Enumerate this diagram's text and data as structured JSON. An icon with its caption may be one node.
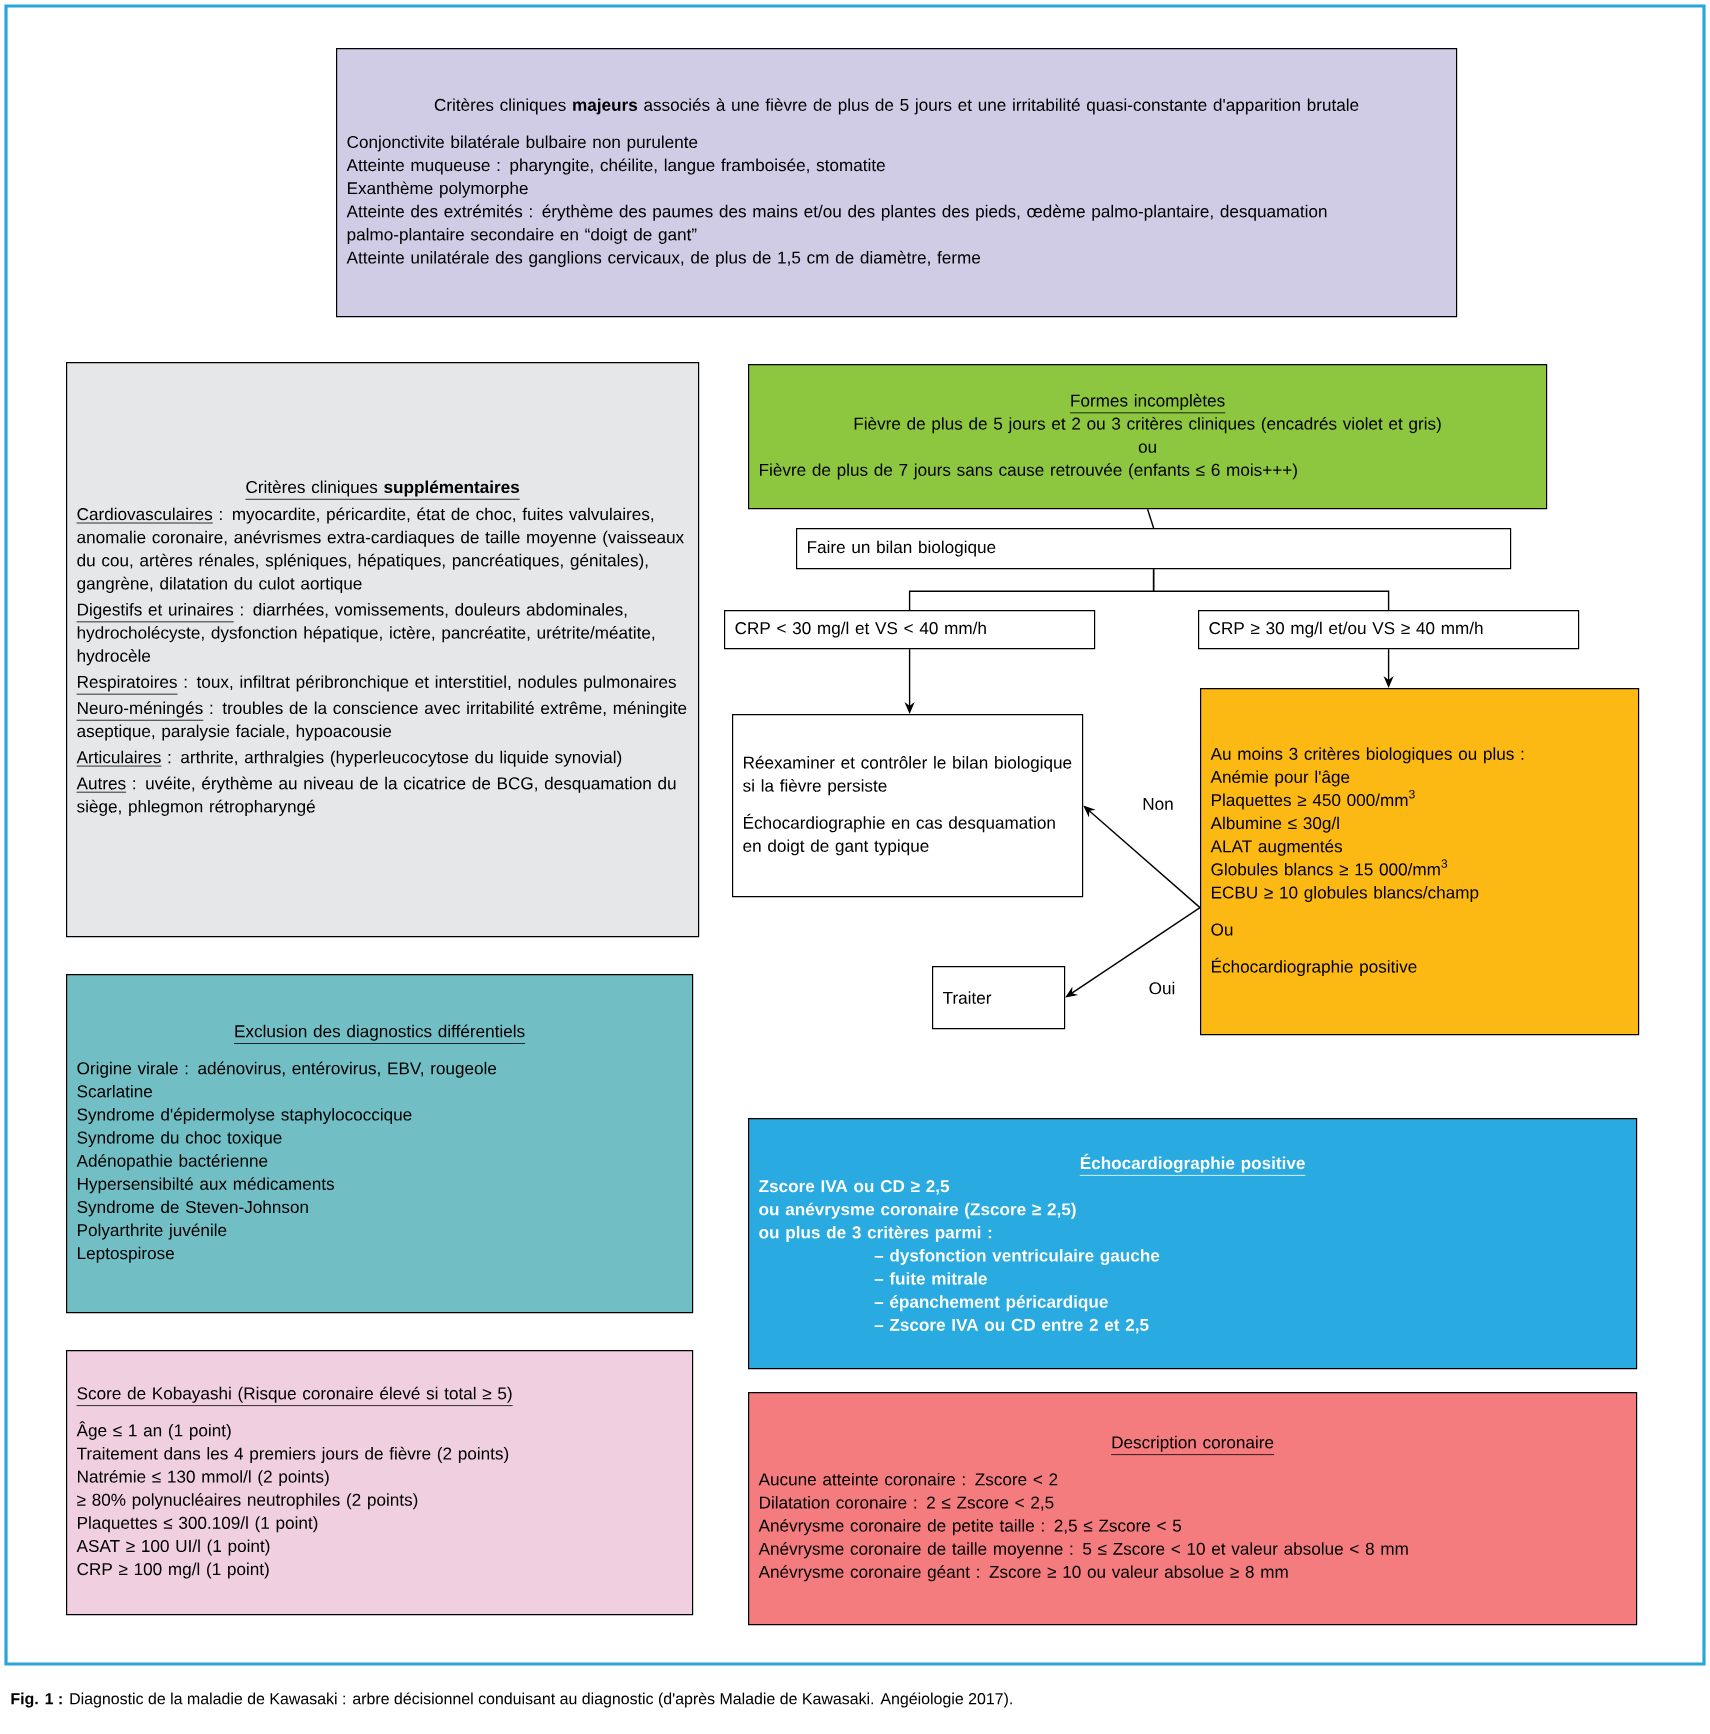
{
  "diagram": {
    "caption": "**Fig. 1 :** Diagnostic de la maladie de Kawasaki : arbre décisionnel conduisant au diagnostic (d'après Maladie de Kawasaki. Angéiologie 2017).",
    "nodes": [
      {
        "text": [
          "Critères cliniques **majeurs** associés à une fièvre de plus de 5 jours et une irritabilité quasi-constante d'apparition brutale",
          "Conjonctivite bilatérale bulbaire non purulente",
          "Atteinte muqueuse : pharyngite, chéilite, langue framboisée, stomatite",
          "Exanthème polymorphe",
          "Atteinte des extrémités : érythème des paumes des mains et/ou des plantes des pieds, œdème palmo-plantaire, desquamation palmo-plantaire secondaire en “doigt de gant”",
          "Atteinte unilatérale des ganglions cervicaux, de plus de 1,5 cm de diamètre, ferme"
        ]
      },
      {
        "text": [
          "Critères cliniques **supplémentaires**",
          "Cardiovasculaires",
          ": myocardite, péricardite, état de choc, fuites valvulaires, anomalie coronaire, anévrismes extra-cardiaques de taille moyenne (vaisseaux du cou, artères rénales, spléniques, hépatiques, pancréatiques, génitales), gangrène, dilatation du culot aortique",
          "Digestifs et urinaires",
          ": diarrhées, vomissements, douleurs abdominales, hydrocholécyste, dysfonction hépatique, ictère, pancréatite, urétrite/méatite, hydrocèle",
          "Respiratoires",
          ": toux, infiltrat péribronchique et interstitiel, nodules pulmonaires",
          "Neuro-méningés",
          ": troubles de la conscience avec irritabilité extrême, méningite aseptique, paralysie faciale, hypoacousie",
          "Articulaires",
          ": arthrite, arthralgies (hyperleucocytose du liquide synovial)",
          "Autres",
          ": uvéite, érythème au niveau de la cicatrice de BCG, desquamation du siège, phlegmon rétropharyngé"
        ]
      },
      {
        "text": [
          "Formes incomplètes",
          "Fièvre de plus de 5 jours et 2 ou 3 critères cliniques (encadrés violet et gris)",
          "ou",
          "Fièvre de plus de 7 jours sans cause retrouvée (enfants ≤ 6 mois+++)"
        ]
      },
      {
        "text": [
          "Faire un bilan biologique"
        ]
      },
      {
        "text": [
          "CRP < 30 mg/l et VS < 40 mm/h"
        ]
      },
      {
        "text": [
          "CRP ≥ 30 mg/l et/ou VS ≥ 40 mm/h"
        ]
      },
      {
        "text": [
          "Réexaminer et contrôler le bilan biologique si la fièvre persiste",
          "Échocardiographie en cas desquamation en doigt de gant typique"
        ]
      },
      {
        "text": [
          "Au moins 3 critères biologiques ou plus :",
          "Anémie pour l'âge",
          "Plaquettes ≥ 450 000/mm$^{3}$",
          "Albumine ≤ 30g/l",
          "ALAT augmentés",
          "Globules blancs ≥ 15 000/mm$^{3}$",
          "ECBU ≥ 10 globules blancs/champ",
          "Ou",
          "Échocardiographie positive"
        ]
      },
      {
        "text": [
          "Traiter"
        ]
      },
      {
        "text": [
          "Exclusion des diagnostics différentiels",
          "Origine virale : adénovirus, entérovirus, EBV, rougeole",
          "Scarlatine",
          "Syndrome d'épidermolyse staphylococcique",
          "Syndrome du choc toxique",
          "Adénopathie bactérienne",
          "Hypersensibilté aux médicaments",
          "Syndrome de Steven-Johnson",
          "Polyarthrite juvénile",
          "Leptospirose"
        ]
      },
      {
        "text": [
          "Échocardiographie positive",
          "Zscore IVA ou CD ≥ 2,5",
          "ou anévrysme coronaire (Zscore ≥ 2,5)",
          "ou plus de 3 critères parmi :",
          "– dysfonction ventriculaire gauche",
          "– fuite mitrale",
          "– épanchement péricardique",
          "– Zscore IVA ou CD entre 2 et 2,5"
        ]
      },
      {
        "text": [
          "Score de Kobayashi (Risque coronaire élevé si total ≥ 5)",
          "Âge ≤ 1 an (1 point)",
          "Traitement dans les 4 premiers jours de fièvre (2 points)",
          "Natrémie ≤ 130 mmol/l (2 points)",
          "≥ 80% polynucléaires neutrophiles (2 points)",
          "Plaquettes ≤ 300.109/l (1 point)",
          "ASAT ≥ 100 UI/l (1 point)",
          "CRP ≥ 100 mg/l (1 point)"
        ]
      },
      {
        "text": [
          "Description coronaire",
          "Aucune atteinte coronaire : Zscore < 2",
          "Dilatation coronaire : 2 ≤ Zscore < 2,5",
          "Anévrysme coronaire de petite taille : 2,5 ≤ Zscore < 5",
          "Anévrysme coronaire de taille moyenne : 5 ≤ Zscore < 10 et valeur absolue < 8 mm",
          "Anévrysme coronaire géant : Zscore ≥ 10 ou valeur absolue ≥ 8 mm"
        ]
      }
    ],
    "edges": [
      {
        "from": 2,
        "to": 3,
        "arrow": "none"
      },
      {
        "from": 3,
        "to": 4,
        "arrow": "none"
      },
      {
        "from": 3,
        "to": 5,
        "arrow": "none"
      },
      {
        "from": 4,
        "to": 6,
        "arrow": "to"
      },
      {
        "from": 5,
        "to": 7,
        "arrow": "to"
      },
      {
        "from": 7,
        "to": 6,
        "arrow": "to",
        "label": "Non"
      },
      {
        "from": 7,
        "to": 8,
        "arrow": "to",
        "label": "Oui"
      }
    ]
  }
}
